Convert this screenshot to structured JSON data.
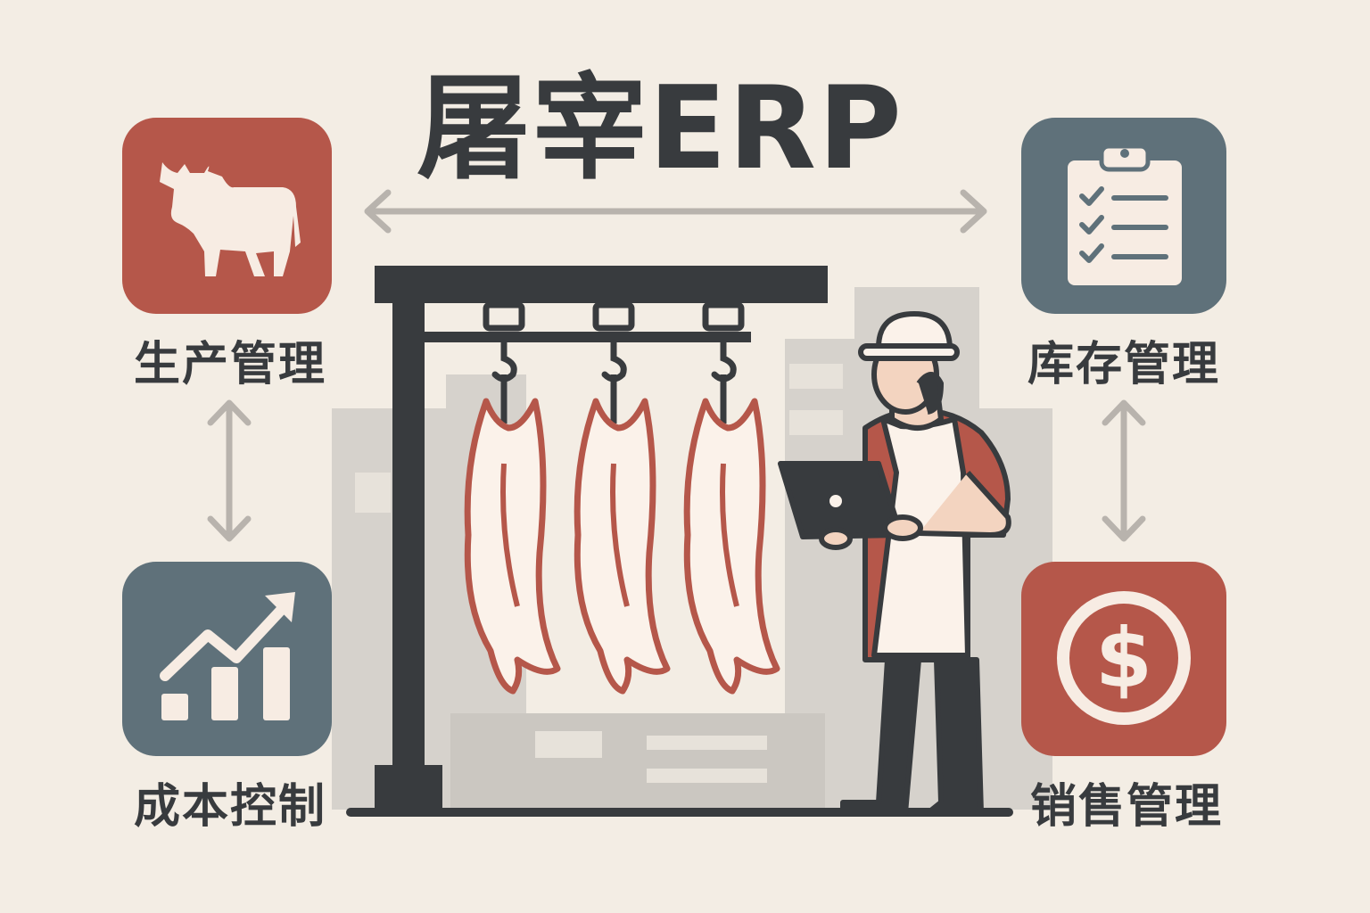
{
  "title": "屠宰ERP",
  "modules": [
    {
      "label": "生产管理",
      "icon": "cow-icon",
      "color": "#b5574a"
    },
    {
      "label": "库存管理",
      "icon": "clipboard-checklist-icon",
      "color": "#5f717a"
    },
    {
      "label": "成本控制",
      "icon": "growth-chart-icon",
      "color": "#5f717a"
    },
    {
      "label": "销售管理",
      "icon": "dollar-coin-icon",
      "color": "#b5574a"
    }
  ],
  "colors": {
    "background": "#f3ede4",
    "dark": "#383b3e",
    "arrow": "#b8b3ad",
    "building": "#d3cfc9"
  }
}
